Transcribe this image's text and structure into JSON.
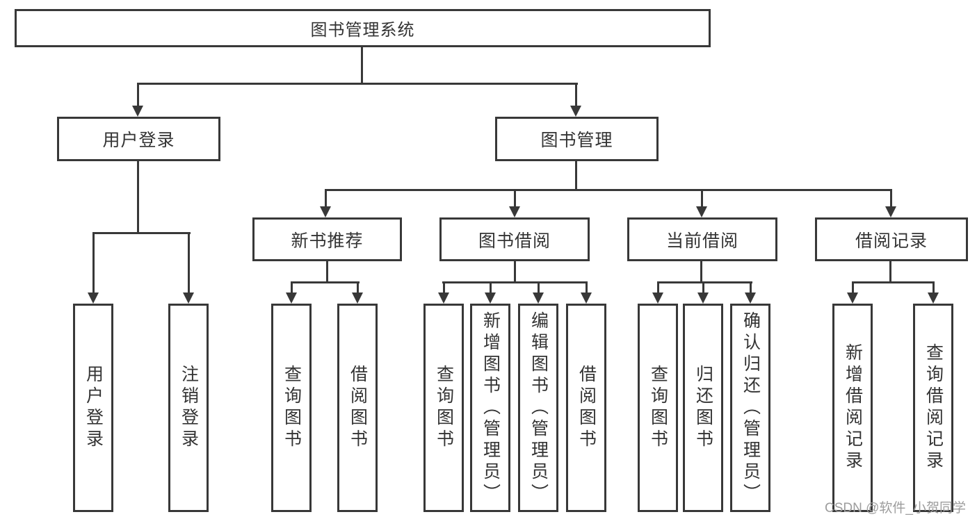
{
  "diagram": {
    "title": "图书管理系统",
    "root": {
      "label": "图书管理系统"
    },
    "level2": [
      {
        "label": "用户登录"
      },
      {
        "label": "图书管理"
      }
    ],
    "level3": [
      {
        "label": "新书推荐"
      },
      {
        "label": "图书借阅"
      },
      {
        "label": "当前借阅"
      },
      {
        "label": "借阅记录"
      }
    ],
    "leaves": {
      "user_login": [
        "用户登录",
        "注销登录"
      ],
      "new_books": [
        "查询图书",
        "借阅图书"
      ],
      "book_borrow": [
        "查询图书",
        "新增图书（管理员）",
        "编辑图书（管理员）",
        "借阅图书"
      ],
      "current_borrow": [
        "查询图书",
        "归还图书",
        "确认归还（管理员）"
      ],
      "borrow_records": [
        "新增借阅记录",
        "查询借阅记录"
      ]
    },
    "watermark": "CSDN @软件_小贺同学",
    "colors": {
      "line": "#383838",
      "text": "#333333",
      "watermark": "#9d9d9d",
      "background": "#ffffff"
    }
  }
}
